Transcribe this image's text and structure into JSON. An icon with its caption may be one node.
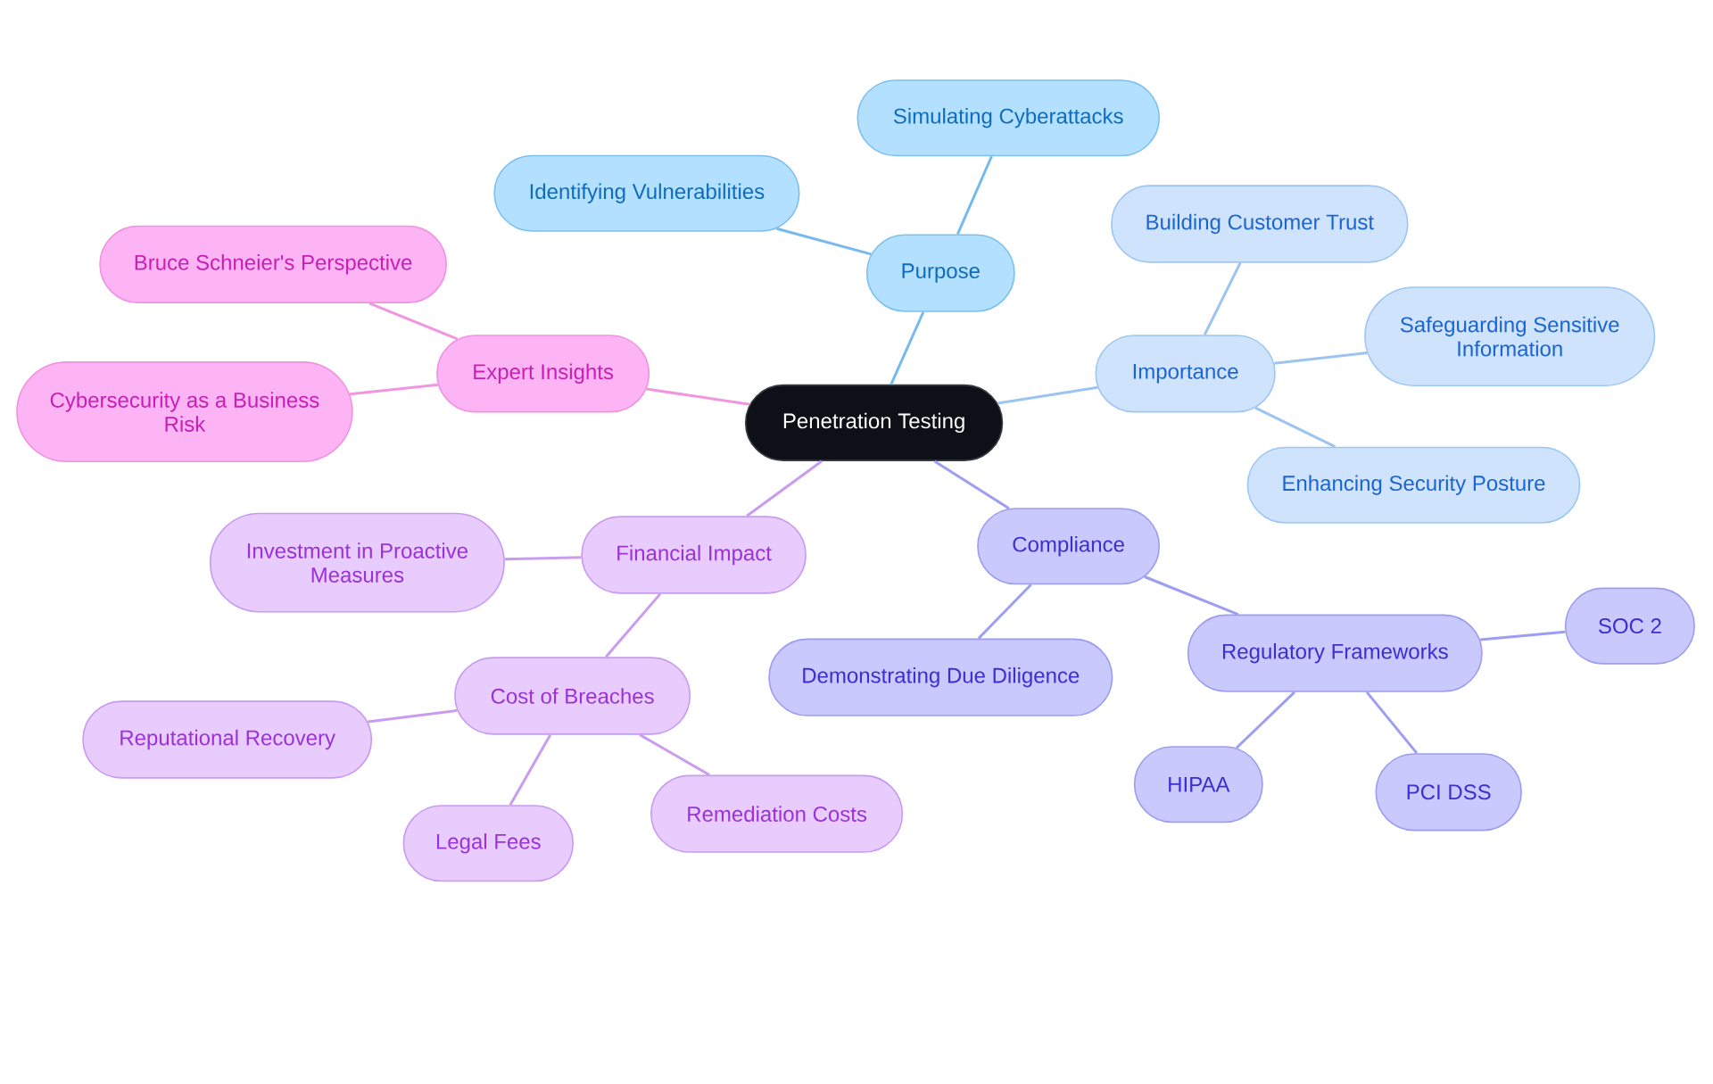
{
  "diagram": {
    "nodes": [
      {
        "text": [
          "Penetration Testing"
        ]
      },
      {
        "text": [
          "Purpose"
        ]
      },
      {
        "text": [
          "Simulating Cyberattacks"
        ]
      },
      {
        "text": [
          "Identifying Vulnerabilities"
        ]
      },
      {
        "text": [
          "Importance"
        ]
      },
      {
        "text": [
          "Building Customer Trust"
        ]
      },
      {
        "text": [
          "Safeguarding Sensitive Information"
        ]
      },
      {
        "text": [
          "Enhancing Security Posture"
        ]
      },
      {
        "text": [
          "Compliance"
        ]
      },
      {
        "text": [
          "Demonstrating Due Diligence"
        ]
      },
      {
        "text": [
          "Regulatory Frameworks"
        ]
      },
      {
        "text": [
          "SOC 2"
        ]
      },
      {
        "text": [
          "HIPAA"
        ]
      },
      {
        "text": [
          "PCI DSS"
        ]
      },
      {
        "text": [
          "Financial Impact"
        ]
      },
      {
        "text": [
          "Investment in Proactive Measures"
        ]
      },
      {
        "text": [
          "Cost of Breaches"
        ]
      },
      {
        "text": [
          "Reputational Recovery"
        ]
      },
      {
        "text": [
          "Legal Fees"
        ]
      },
      {
        "text": [
          "Remediation Costs"
        ]
      },
      {
        "text": [
          "Expert Insights"
        ]
      },
      {
        "text": [
          "Bruce Schneier's Perspective"
        ]
      },
      {
        "text": [
          "Cybersecurity as a Business Risk"
        ]
      }
    ],
    "edges": [
      {
        "from": 0,
        "to": 1,
        "arrow": "none",
        "color": "#74baf0"
      },
      {
        "from": 1,
        "to": 2,
        "arrow": "none",
        "color": "#74baf0"
      },
      {
        "from": 1,
        "to": 3,
        "arrow": "none",
        "color": "#74baf0"
      },
      {
        "from": 0,
        "to": 4,
        "arrow": "none",
        "color": "#9cc4f0"
      },
      {
        "from": 4,
        "to": 5,
        "arrow": "none",
        "color": "#9cc4f0"
      },
      {
        "from": 4,
        "to": 6,
        "arrow": "none",
        "color": "#9cc4f0"
      },
      {
        "from": 4,
        "to": 7,
        "arrow": "none",
        "color": "#9cc4f0"
      },
      {
        "from": 0,
        "to": 8,
        "arrow": "none",
        "color": "#9d9df2"
      },
      {
        "from": 8,
        "to": 9,
        "arrow": "none",
        "color": "#9d9df2"
      },
      {
        "from": 8,
        "to": 10,
        "arrow": "none",
        "color": "#9d9df2"
      },
      {
        "from": 10,
        "to": 11,
        "arrow": "none",
        "color": "#9d9df2"
      },
      {
        "from": 10,
        "to": 12,
        "arrow": "none",
        "color": "#9d9df2"
      },
      {
        "from": 10,
        "to": 13,
        "arrow": "none",
        "color": "#9d9df2"
      },
      {
        "from": 0,
        "to": 14,
        "arrow": "none",
        "color": "#c99cf0"
      },
      {
        "from": 14,
        "to": 15,
        "arrow": "none",
        "color": "#c99cf0"
      },
      {
        "from": 14,
        "to": 16,
        "arrow": "none",
        "color": "#c99cf0"
      },
      {
        "from": 16,
        "to": 17,
        "arrow": "none",
        "color": "#c99cf0"
      },
      {
        "from": 16,
        "to": 18,
        "arrow": "none",
        "color": "#c99cf0"
      },
      {
        "from": 16,
        "to": 19,
        "arrow": "none",
        "color": "#c99cf0"
      },
      {
        "from": 0,
        "to": 20,
        "arrow": "none",
        "color": "#f096e0"
      },
      {
        "from": 20,
        "to": 21,
        "arrow": "none",
        "color": "#f096e0"
      },
      {
        "from": 20,
        "to": 22,
        "arrow": "none",
        "color": "#f096e0"
      }
    ]
  }
}
